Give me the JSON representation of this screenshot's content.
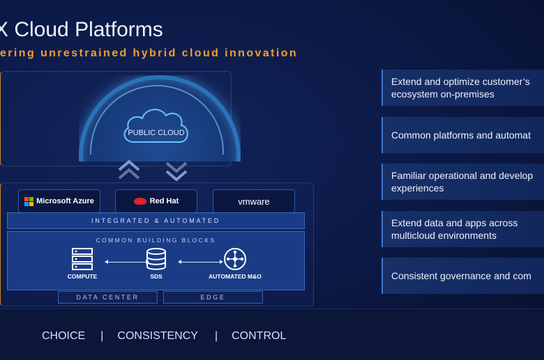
{
  "header": {
    "title": "X Cloud Platforms",
    "subtitle": "ering unrestrained hybrid cloud innovation"
  },
  "diagram": {
    "public_cloud_label": "PUBLIC CLOUD",
    "vendors": [
      "Microsoft Azure",
      "Red Hat",
      "vmware"
    ],
    "integrated_label": "INTEGRATED & AUTOMATED",
    "building_blocks": {
      "title": "COMMON BUILDING BLOCKS",
      "items": [
        "COMPUTE",
        "SDS",
        "AUTOMATED M&O"
      ]
    },
    "tiers": [
      "DATA CENTER",
      "EDGE"
    ]
  },
  "bullets": [
    "Extend and optimize customer’s\necosystem on-premises",
    "Common platforms and automat",
    "Familiar operational and develop\nexperiences",
    "Extend data and apps across\nmulticloud environments",
    "Consistent governance and com"
  ],
  "footer": {
    "items": [
      "CHOICE",
      "CONSISTENCY",
      "CONTROL"
    ],
    "separator": "|"
  },
  "colors": {
    "accent_orange": "#f0a02c",
    "accent_blue": "#3f78cc",
    "ms_red": "#f25022",
    "ms_green": "#7fba00",
    "ms_blue": "#00a4ef",
    "ms_yellow": "#ffb900",
    "redhat_red": "#e0252b"
  }
}
